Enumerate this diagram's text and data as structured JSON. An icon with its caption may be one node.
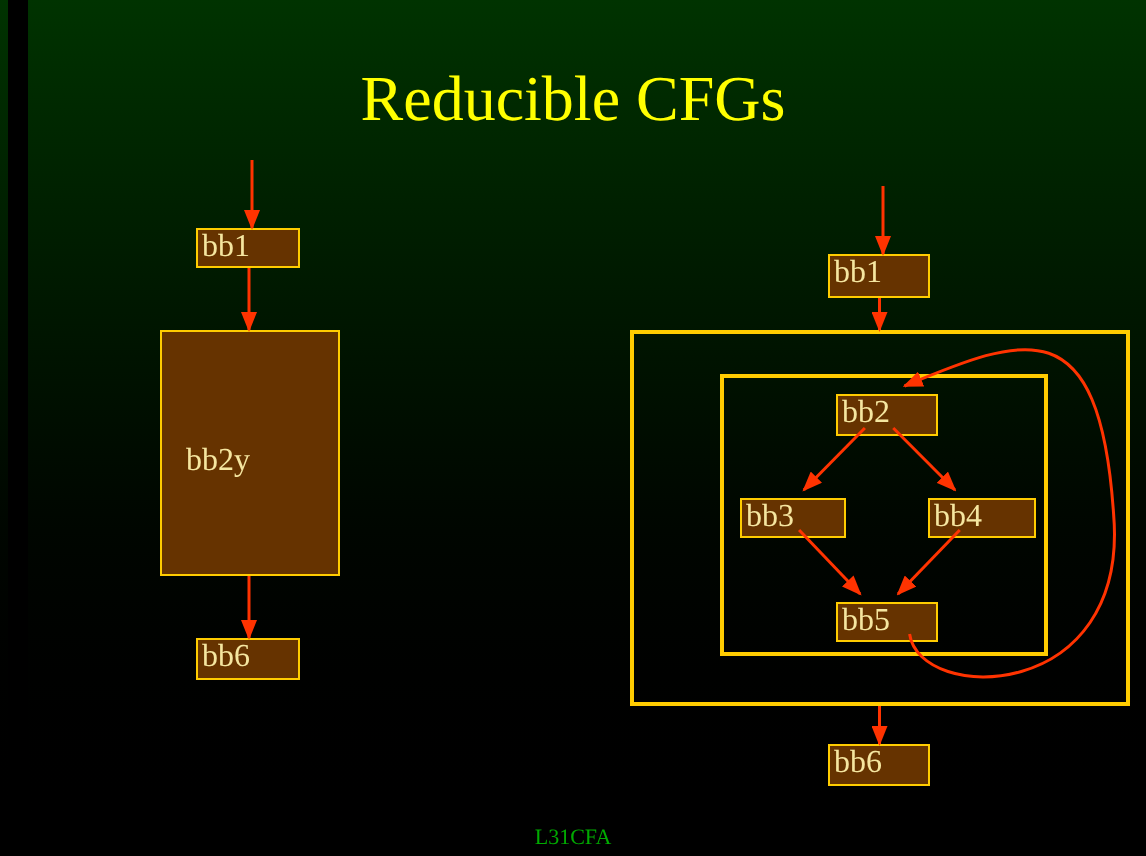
{
  "diagram": {
    "title": "Reducible CFGs",
    "nodes": [
      {
        "text": [
          "bb1"
        ]
      },
      {
        "text": [
          "bb2y"
        ]
      },
      {
        "text": [
          "bb6"
        ]
      },
      {
        "text": [
          "bb1"
        ]
      },
      {
        "text": [],
        "shape": "box"
      },
      {
        "text": [],
        "shape": "box",
        "in": 4
      },
      {
        "text": [
          "bb2"
        ],
        "in": 5
      },
      {
        "text": [
          "bb3"
        ],
        "in": 5
      },
      {
        "text": [
          "bb4"
        ],
        "in": 5
      },
      {
        "text": [
          "bb5"
        ],
        "in": 5
      },
      {
        "text": [
          "bb6"
        ]
      }
    ],
    "edges": [
      {
        "from": null,
        "to": 0,
        "arrow": "to"
      },
      {
        "from": 0,
        "to": 1,
        "arrow": "to"
      },
      {
        "from": 1,
        "to": 2,
        "arrow": "to"
      },
      {
        "from": null,
        "to": 3,
        "arrow": "to"
      },
      {
        "from": 3,
        "to": 4,
        "arrow": "to"
      },
      {
        "from": 6,
        "to": 7,
        "arrow": "to"
      },
      {
        "from": 6,
        "to": 8,
        "arrow": "to"
      },
      {
        "from": 7,
        "to": 9,
        "arrow": "to"
      },
      {
        "from": 8,
        "to": 9,
        "arrow": "to"
      },
      {
        "from": 9,
        "to": 6,
        "arrow": "to"
      },
      {
        "from": 4,
        "to": 10,
        "arrow": "to"
      }
    ],
    "labels": [
      "L31CFA"
    ]
  }
}
